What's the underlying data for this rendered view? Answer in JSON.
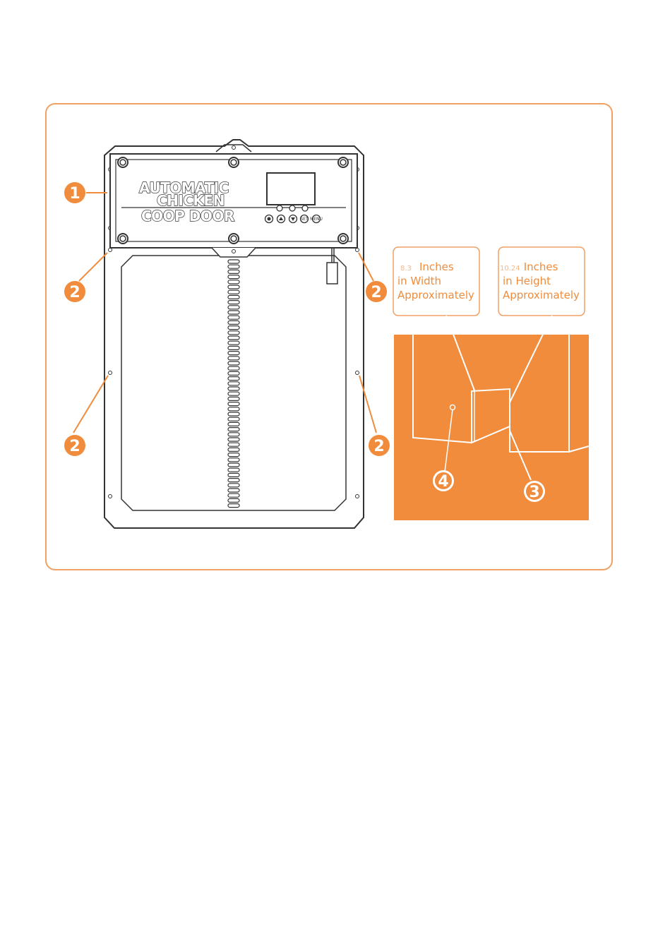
{
  "colors": {
    "accent": "#f08c3c",
    "frame": "#f0a064",
    "line": "#333333"
  },
  "device": {
    "title_line1": "AUTOMATIC",
    "title_line2": "CHICKEN",
    "title_line3": "COOP DOOR",
    "buttons": [
      "power",
      "up",
      "down",
      "menu",
      "set"
    ],
    "button_glyphs": [
      "●",
      "▲",
      "▼",
      "SET",
      "MENU"
    ]
  },
  "callouts": {
    "c1": "1",
    "c2": "2",
    "c3": "3",
    "c4": "4"
  },
  "notes": {
    "width_value": "8.3",
    "width_line1": "Inches",
    "width_line2": "in Width",
    "width_line3": "Approximately",
    "height_value": "10.24",
    "height_line1": "Inches",
    "height_line2": "in Height",
    "height_line3": "Approximately"
  }
}
